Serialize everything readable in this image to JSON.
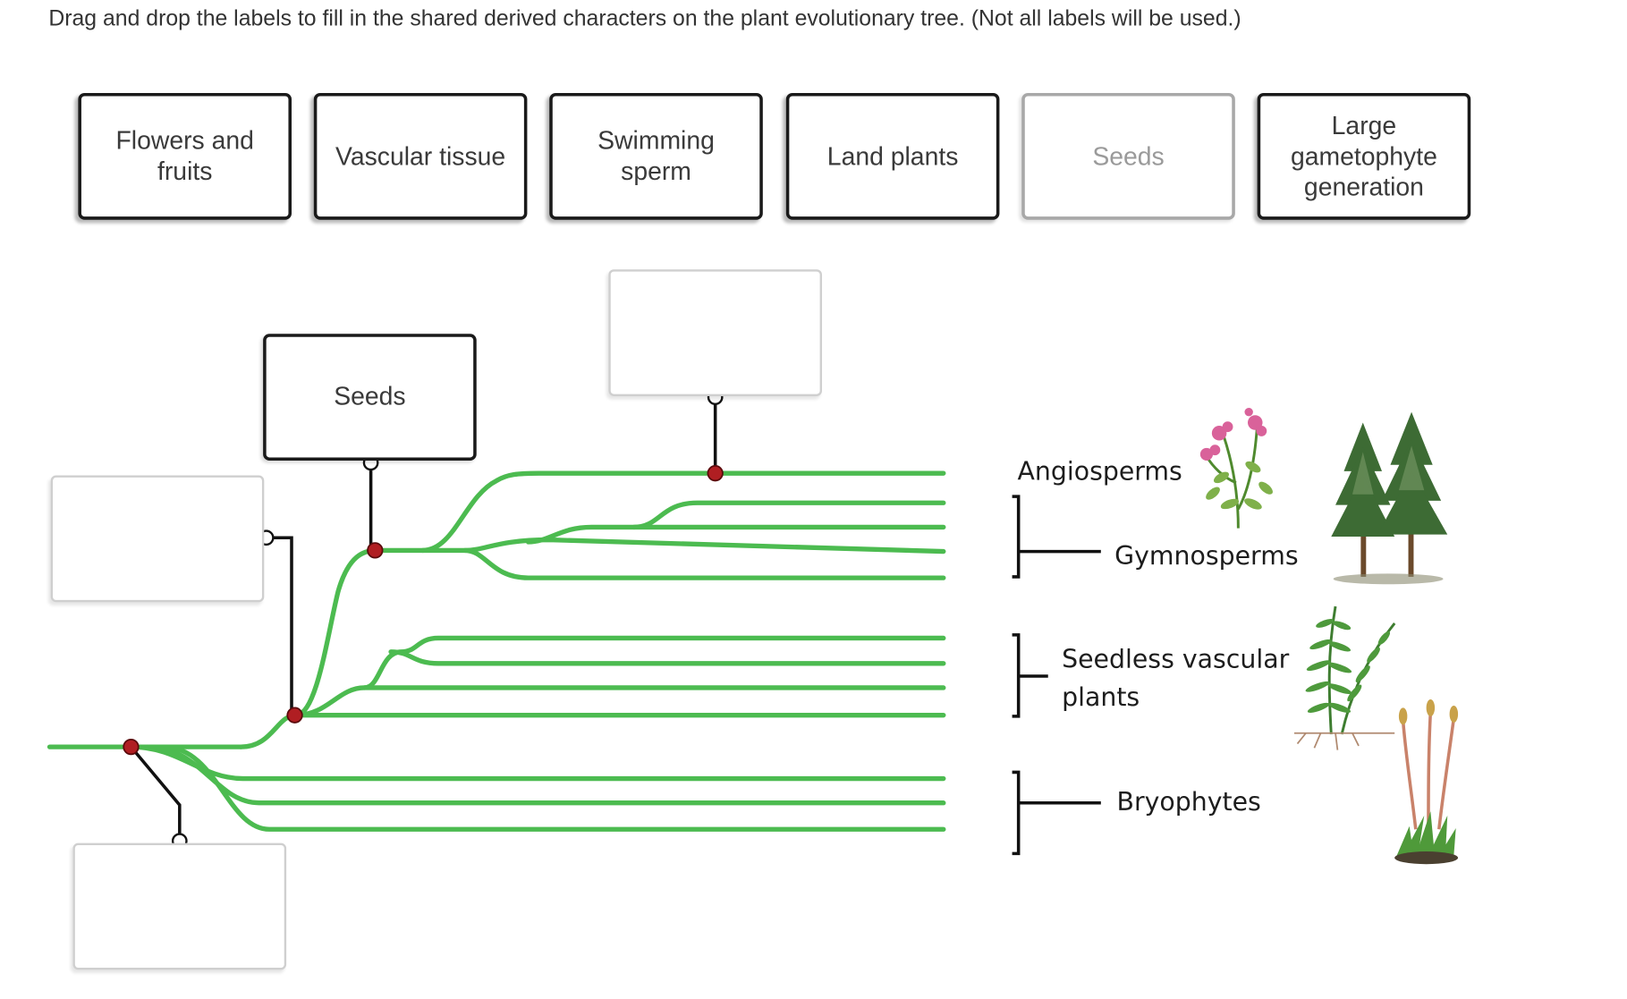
{
  "instructions": "Drag and drop the labels to fill in the shared derived characters on the plant evolutionary tree. (Not all labels will be used.)",
  "label_bank": [
    {
      "text": "Flowers and fruits",
      "used": false
    },
    {
      "text": "Vascular tissue",
      "used": false
    },
    {
      "text": "Swimming sperm",
      "used": false
    },
    {
      "text": "Land plants",
      "used": false
    },
    {
      "text": "Seeds",
      "used": true
    },
    {
      "text": "Large gametophyte generation",
      "used": false
    }
  ],
  "targets": [
    {
      "id": "top-node",
      "value": ""
    },
    {
      "id": "seed-node",
      "value": "Seeds"
    },
    {
      "id": "vascular-node",
      "value": ""
    },
    {
      "id": "root-node",
      "value": ""
    }
  ],
  "groups": {
    "angiosperms": "Angiosperms",
    "gymnosperms": "Gymnosperms",
    "seedless_line1": "Seedless vascular",
    "seedless_line2": "plants",
    "bryophytes": "Bryophytes"
  },
  "colors": {
    "branch": "#4cbb50",
    "node": "#b01e22",
    "connector": "#111111"
  },
  "icons": [
    "flowering-plant-icon",
    "conifer-trees-icon",
    "fern-icon",
    "moss-icon"
  ]
}
